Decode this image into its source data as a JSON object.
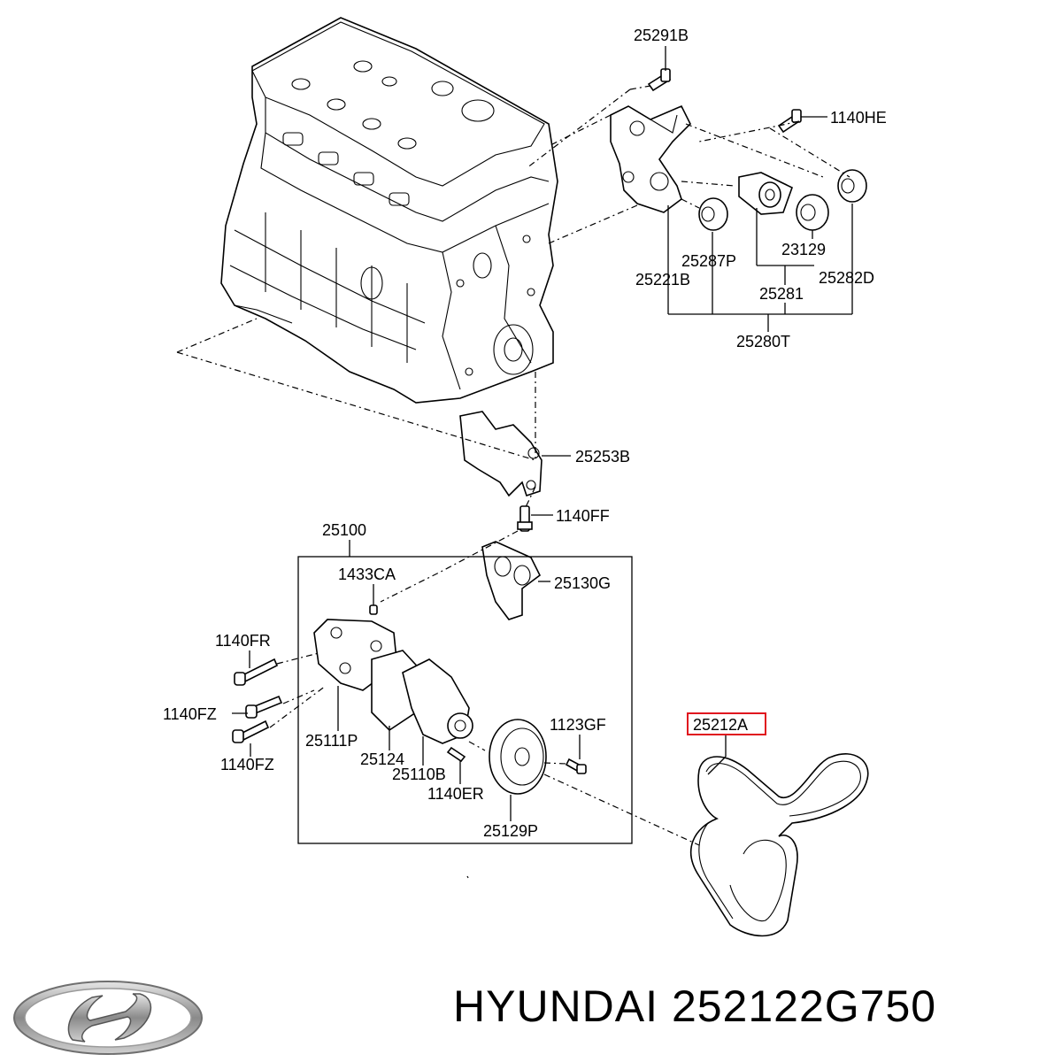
{
  "labels": {
    "p25291B": "25291B",
    "p1140HE": "1140HE",
    "p23129": "23129",
    "p25287P": "25287P",
    "p25221B": "25221B",
    "p25281": "25281",
    "p25282D": "25282D",
    "p25280T": "25280T",
    "p25253B": "25253B",
    "p1140FF": "1140FF",
    "p25100": "25100",
    "p1433CA": "1433CA",
    "p25130G": "25130G",
    "p1140FR": "1140FR",
    "p1140FZ_a": "1140FZ",
    "p1140FZ_b": "1140FZ",
    "p25111P": "25111P",
    "p25124": "25124",
    "p25110B": "25110B",
    "p1140ER": "1140ER",
    "p1123GF": "1123GF",
    "p25129P": "25129P",
    "p25212A": "25212A"
  },
  "highlight_color": "#e0141e",
  "caption": {
    "brand": "HYUNDAI",
    "part_number": "252122G750"
  },
  "logo_icon": "hyundai-logo-icon"
}
